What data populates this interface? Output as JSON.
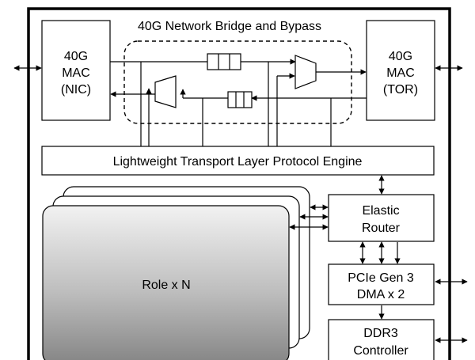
{
  "bridge_title": "40G Network Bridge and Bypass",
  "mac_nic": {
    "line1": "40G",
    "line2": "MAC",
    "line3": "(NIC)"
  },
  "mac_tor": {
    "line1": "40G",
    "line2": "MAC",
    "line3": "(TOR)"
  },
  "transport_engine": "Lightweight Transport Layer Protocol Engine",
  "elastic_router": {
    "line1": "Elastic",
    "line2": "Router"
  },
  "role_block": "Role x N",
  "pcie_dma": {
    "line1": "PCIe Gen 3",
    "line2": "DMA x 2"
  },
  "ddr3": {
    "line1": "DDR3",
    "line2": "Controller"
  }
}
